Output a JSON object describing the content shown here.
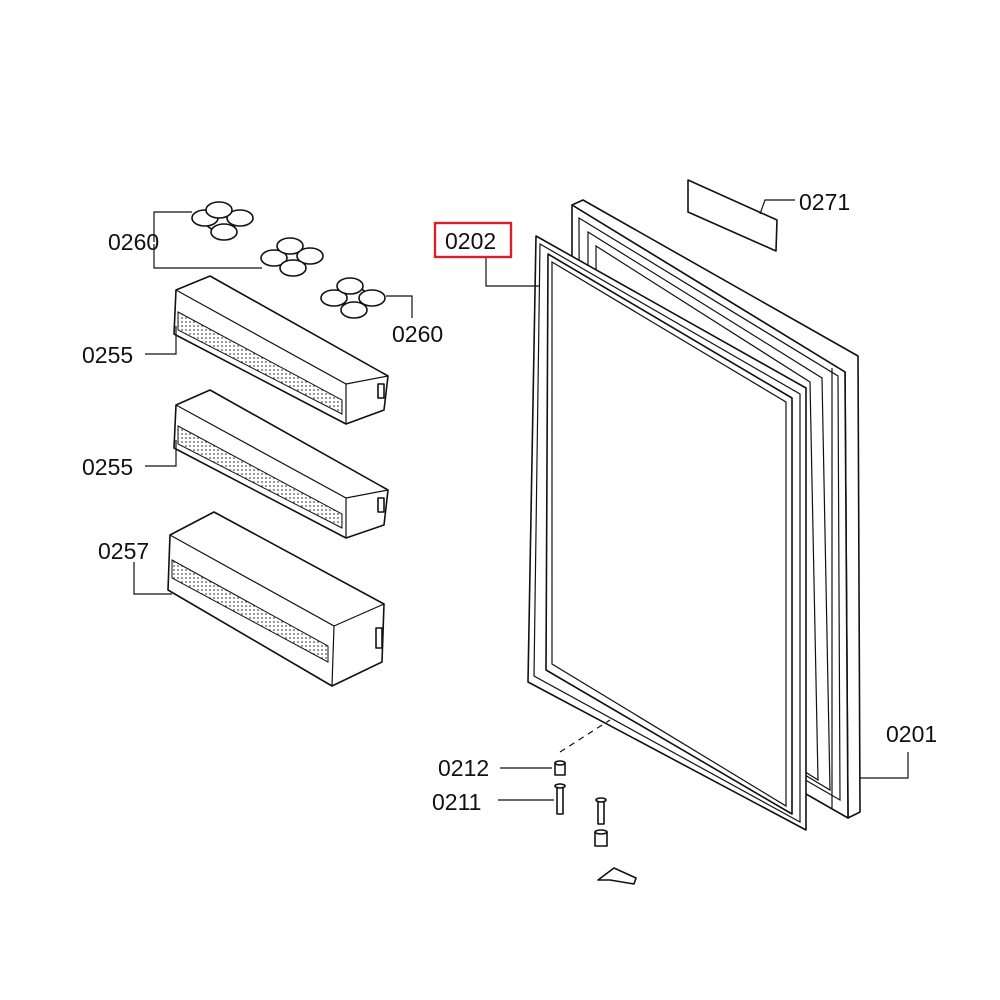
{
  "highlight_color": "#d9202a",
  "callouts": {
    "c0271": "0271",
    "c0202": "0202",
    "c0260a": "0260",
    "c0260b": "0260",
    "c0255a": "0255",
    "c0255b": "0255",
    "c0257": "0257",
    "c0201": "0201",
    "c0212": "0212",
    "c0211": "0211"
  }
}
